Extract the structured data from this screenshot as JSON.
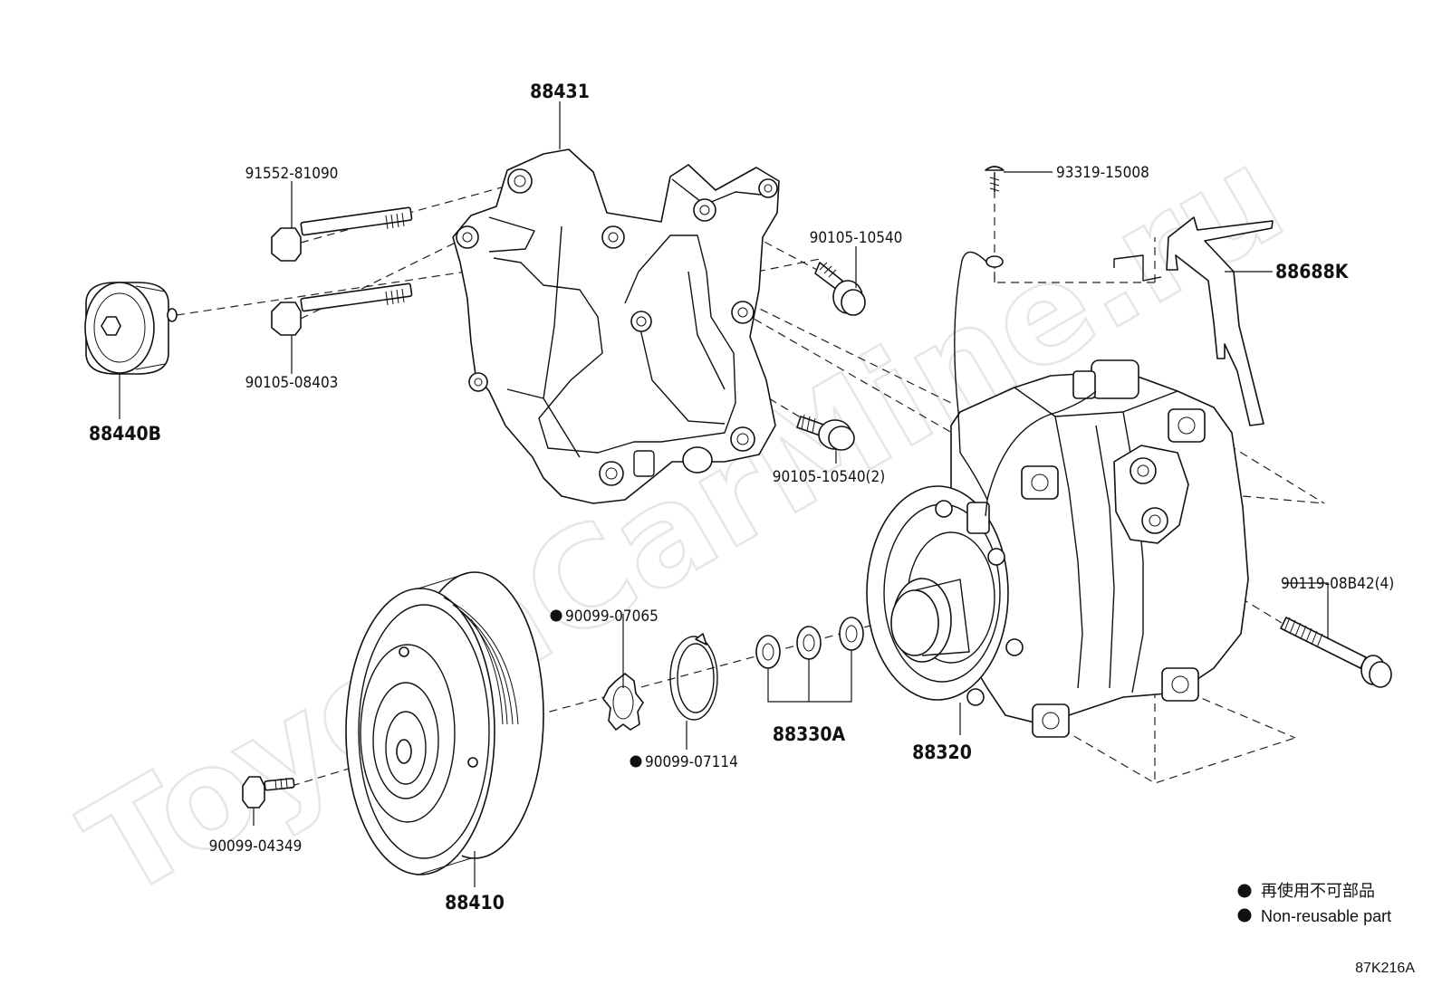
{
  "watermark": "ToyotaCarMine.ru",
  "labels": {
    "bracket": "88431",
    "bolt_long_top": "91552-81090",
    "bolt_long_bottom": "90105-08403",
    "idler_pulley": "88440B",
    "bolt_bracket_a": "90105-10540",
    "bolt_bracket_b": "90105-10540(2)",
    "screw": "93319-15008",
    "wire_bracket": "88688K",
    "compressor": "88320",
    "compressor_bolt": "90119-08B42(4)",
    "snap_ring_inner": "90099-07065",
    "snap_ring_outer": "90099-07114",
    "shims": "88330A",
    "clutch_pulley": "88410",
    "clutch_bolt": "90099-04349"
  },
  "legend": {
    "japanese": "再使用不可部品",
    "english": "Non-reusable part"
  },
  "figure_code": "87K216A"
}
